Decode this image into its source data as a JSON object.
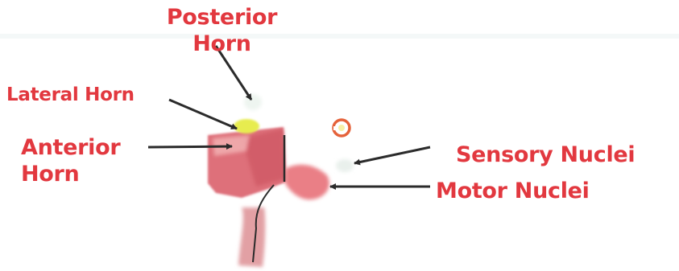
{
  "labels": {
    "posterior_horn": "Posterior\nHorn",
    "lateral_horn": "Lateral Horn",
    "anterior_horn": "Anterior\nHorn",
    "sensory_nuclei": "Sensory Nuclei",
    "motor_nuclei": "Motor Nuclei"
  },
  "colors": {
    "label_text": "#e2383f",
    "arrow": "#2b2b2b",
    "anterior_horn_fill": "#de6f7a",
    "lateral_horn_fill": "#e7ec50",
    "posterior_horn_fill": "#eef5f0",
    "motor_nuclei_fill": "#ea7f86"
  }
}
